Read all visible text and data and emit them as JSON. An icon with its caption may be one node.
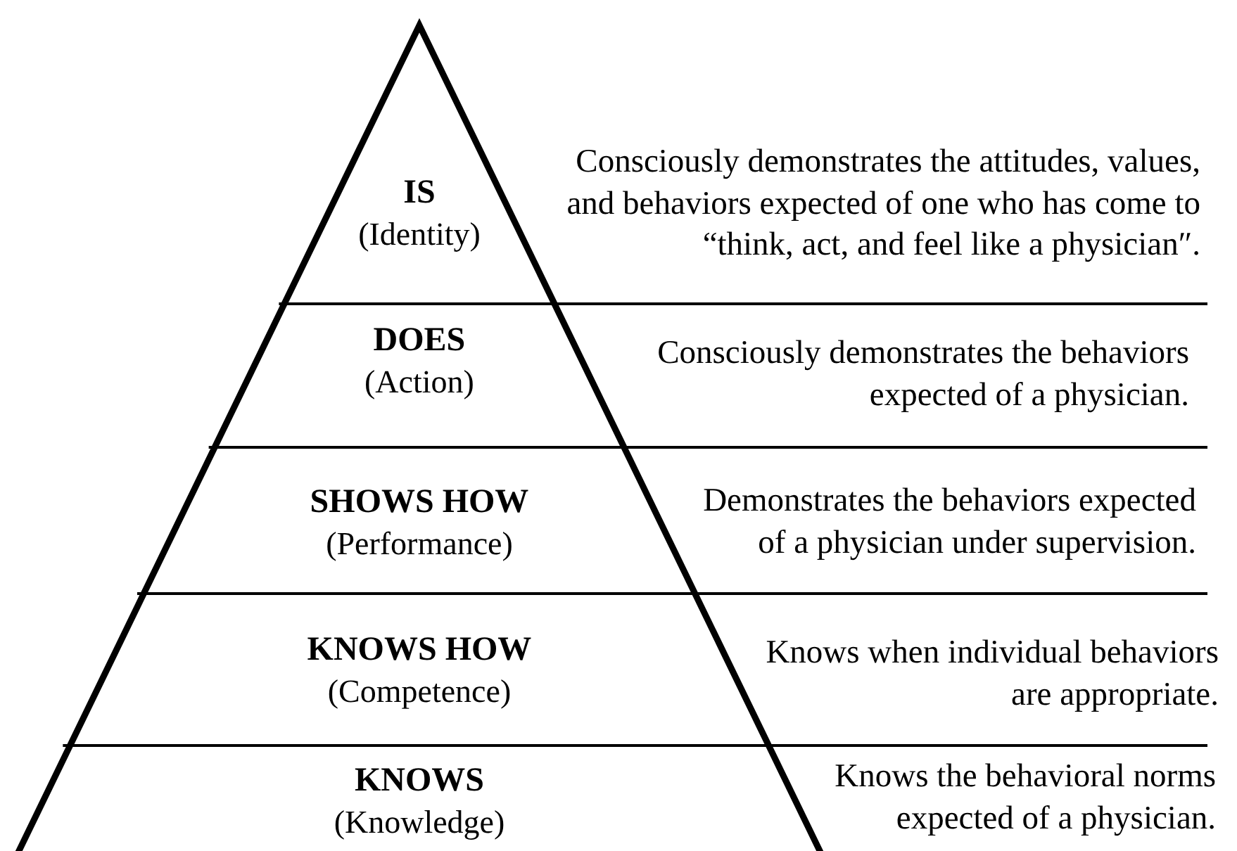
{
  "diagram": {
    "nodes": [
      {
        "text": [
          "IS",
          "(Identity)"
        ],
        "beside": [
          "Consciously demonstrates the attitudes, values, and behaviors expected of one who has come to “think, act, and feel like a physician″."
        ]
      },
      {
        "text": [
          "DOES",
          "(Action)"
        ],
        "beside": [
          "Consciously demonstrates the behaviors expected of a physician."
        ]
      },
      {
        "text": [
          "SHOWS HOW",
          "(Performance)"
        ],
        "beside": [
          "Demonstrates the behaviors expected of a physician under supervision."
        ]
      },
      {
        "text": [
          "KNOWS HOW",
          "(Competence)"
        ],
        "beside": [
          "Knows when individual behaviors are appropriate."
        ]
      },
      {
        "text": [
          "KNOWS",
          "(Knowledge)"
        ],
        "beside": [
          "Knows the behavioral norms expected of a physician."
        ]
      }
    ]
  }
}
